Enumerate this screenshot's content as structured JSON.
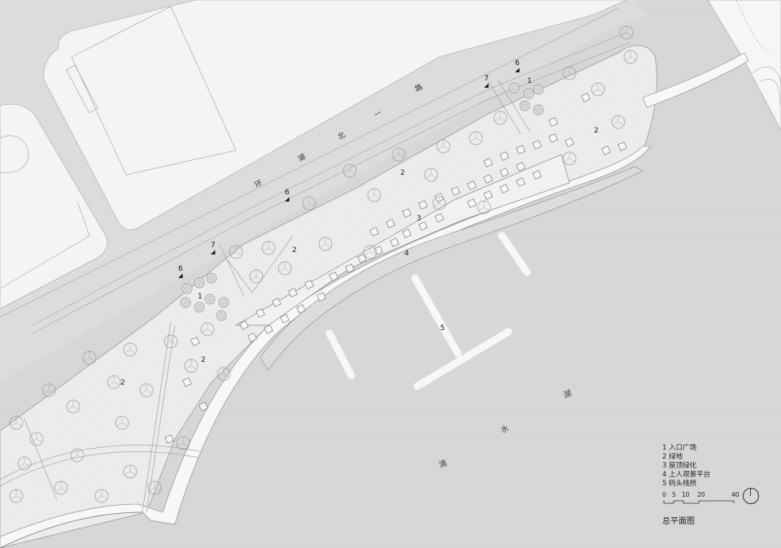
{
  "drawing": {
    "title": "总平面图",
    "colors": {
      "water": "#d9d9d9",
      "road": "#dcdcdc",
      "block": "#f4f4f4",
      "park": "#efefef",
      "promenade": "#f7f7f7",
      "line": "#9a9a9a",
      "text": "#222222"
    }
  },
  "road_label": {
    "chars": [
      "环",
      "湖",
      "北",
      "一",
      "路"
    ]
  },
  "lake_label": {
    "chars": [
      "滴",
      "水",
      "湖"
    ]
  },
  "zone_labels": [
    {
      "id": "1a",
      "text": "1"
    },
    {
      "id": "1b",
      "text": "1"
    },
    {
      "id": "2a",
      "text": "2"
    },
    {
      "id": "2b",
      "text": "2"
    },
    {
      "id": "2c",
      "text": "2"
    },
    {
      "id": "2d",
      "text": "2"
    },
    {
      "id": "2e",
      "text": "2"
    },
    {
      "id": "3",
      "text": "3"
    },
    {
      "id": "4",
      "text": "4"
    },
    {
      "id": "5",
      "text": "5"
    }
  ],
  "entry_markers": [
    {
      "id": "6a",
      "text": "6"
    },
    {
      "id": "7a",
      "text": "7"
    },
    {
      "id": "6b",
      "text": "6"
    },
    {
      "id": "7b",
      "text": "7"
    },
    {
      "id": "6c",
      "text": "6"
    }
  ],
  "legend": {
    "items": [
      {
        "num": "1",
        "label": "入口广场"
      },
      {
        "num": "2",
        "label": "绿地"
      },
      {
        "num": "3",
        "label": "屋顶绿化"
      },
      {
        "num": "4",
        "label": "上人观景平台"
      },
      {
        "num": "5",
        "label": "码头栈桥"
      }
    ]
  },
  "scale_bar": {
    "ticks": [
      "0",
      "5",
      "10",
      "20",
      "40"
    ]
  },
  "north_arrow": {
    "icon": "north-arrow-icon"
  }
}
